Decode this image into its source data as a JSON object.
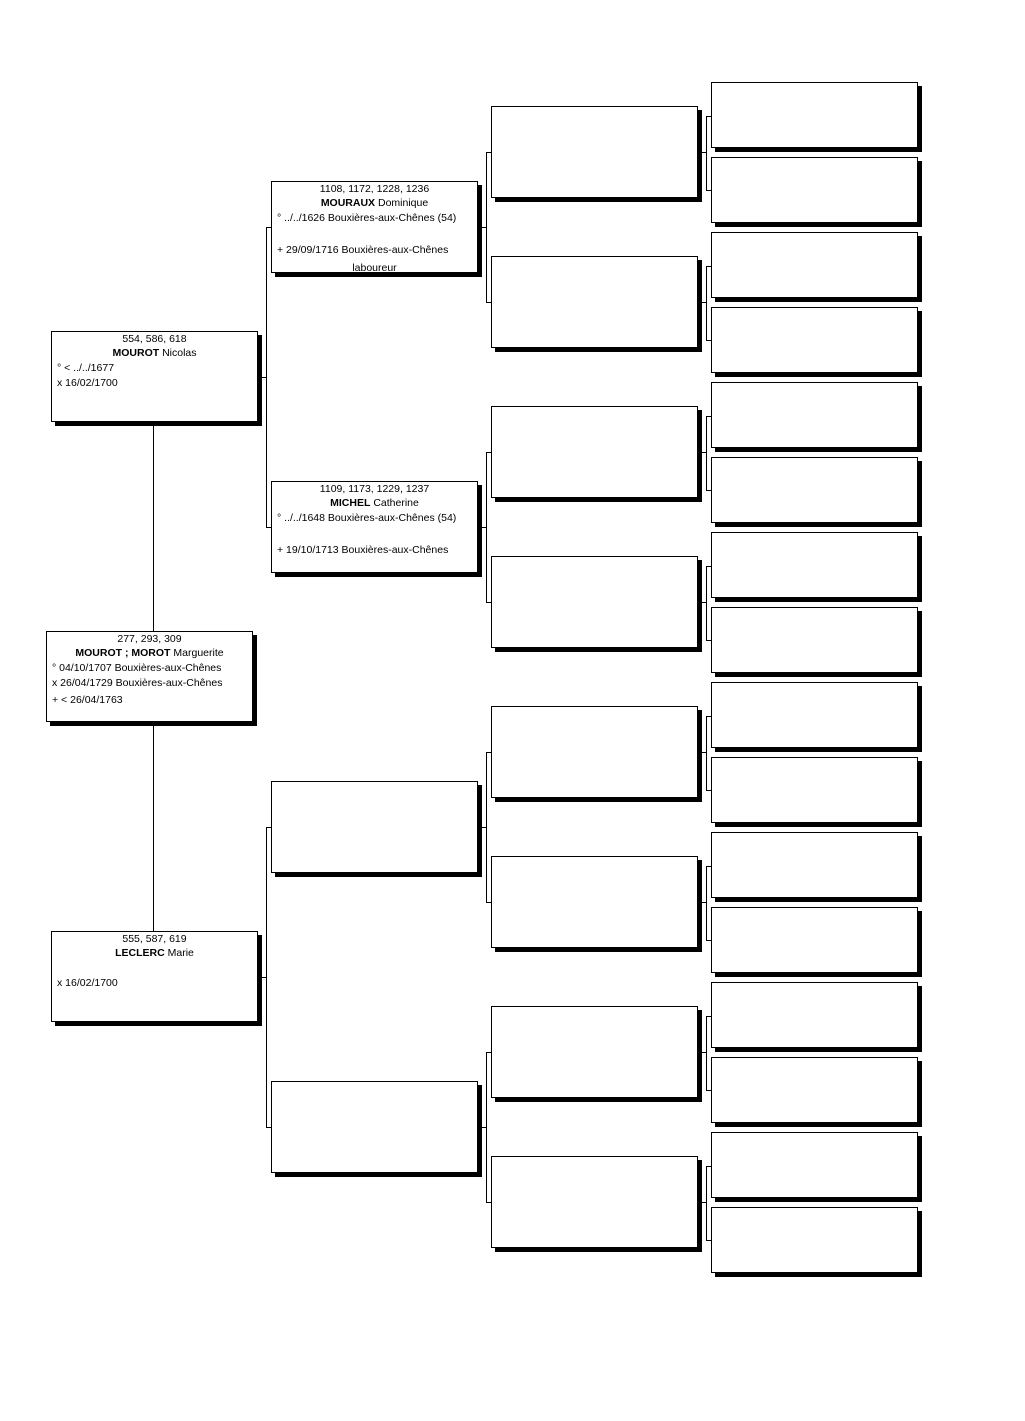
{
  "root": {
    "ids": "277, 293, 309",
    "surname": "MOUROT ; MOROT",
    "given": "Marguerite",
    "birth": "° 04/10/1707 Bouxières-aux-Chênes",
    "marriage": "x 26/04/1729 Bouxières-aux-Chênes",
    "death": "+ < 26/04/1763"
  },
  "father": {
    "ids": "554, 586, 618",
    "surname": "MOUROT",
    "given": "Nicolas",
    "birth": "° < ../../1677",
    "marriage": "x 16/02/1700"
  },
  "mother": {
    "ids": "555, 587, 619",
    "surname": "LECLERC",
    "given": "Marie",
    "marriage": "x 16/02/1700"
  },
  "paternal_grandfather": {
    "ids": "1108, 1172, 1228, 1236",
    "surname": "MOURAUX",
    "given": "Dominique",
    "birth": "° ../../1626 Bouxières-aux-Chênes (54)",
    "death": "+ 29/09/1716 Bouxières-aux-Chênes",
    "occupation": "laboureur"
  },
  "paternal_grandmother": {
    "ids": "1109, 1173, 1229, 1237",
    "surname": "MICHEL",
    "given": "Catherine",
    "birth": "° ../../1648 Bouxières-aux-Chênes (54)",
    "death": "+ 19/10/1713 Bouxières-aux-Chênes"
  }
}
